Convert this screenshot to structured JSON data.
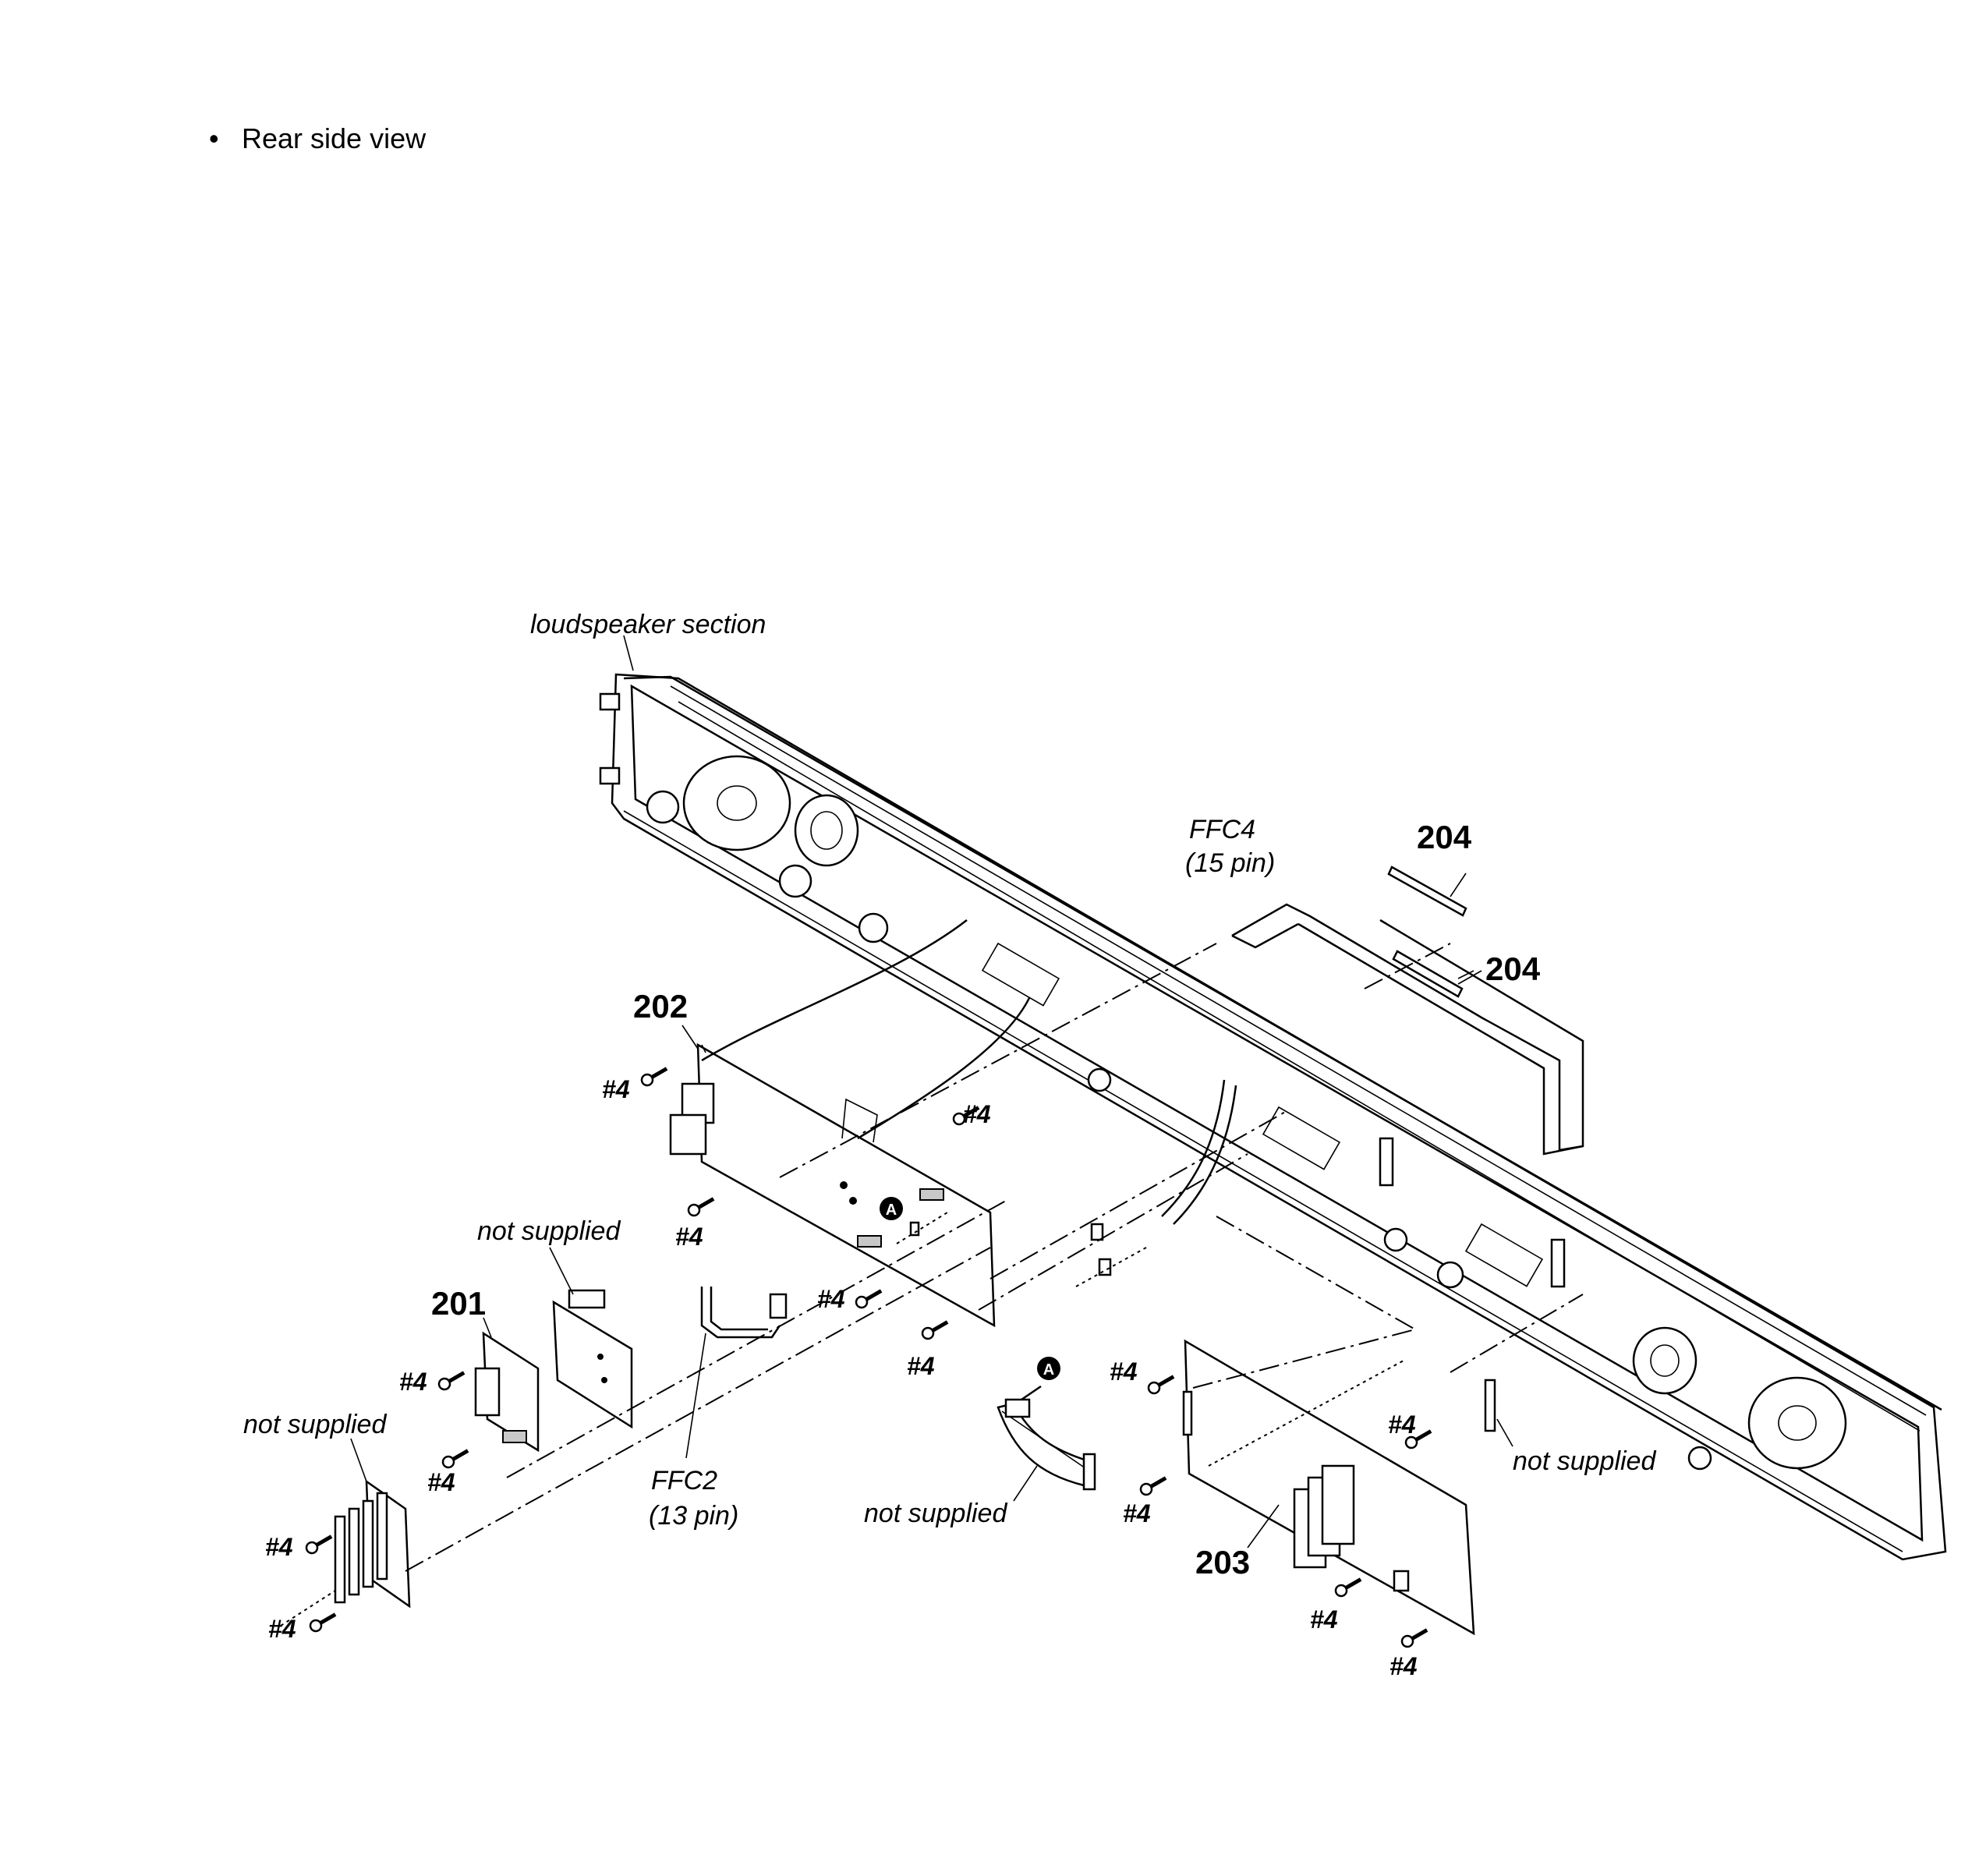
{
  "heading": {
    "bullet": "•",
    "text": "Rear side view"
  },
  "callouts": {
    "loudspeaker": "loudspeaker section",
    "ffc4_name": "FFC4",
    "ffc4_pins": "(15 pin)",
    "ffc2_name": "FFC2",
    "ffc2_pins": "(13 pin)",
    "not_supplied": "not supplied",
    "ref_201": "201",
    "ref_202": "202",
    "ref_203": "203",
    "ref_204": "204",
    "screw": "#4",
    "marker_a": "A"
  }
}
